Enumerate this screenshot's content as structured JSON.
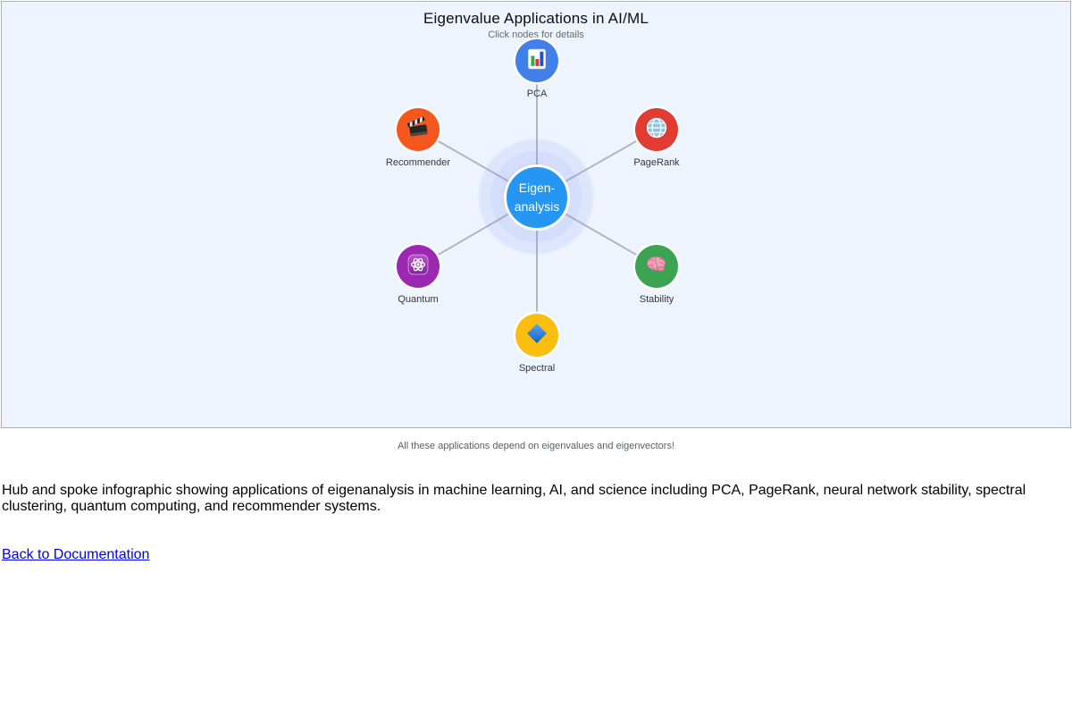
{
  "panel": {
    "title": "Eigenvalue Applications in AI/ML",
    "subtitle": "Click nodes for details",
    "hub": {
      "label_line1": "Eigen-",
      "label_line2": "analysis",
      "color": "#2596f2"
    },
    "nodes": [
      {
        "label": "PCA",
        "icon": "bar-chart-icon",
        "color": "#4080e8"
      },
      {
        "label": "PageRank",
        "icon": "globe-icon",
        "color": "#e03c34"
      },
      {
        "label": "Stability",
        "icon": "brain-icon",
        "color": "#3ba352"
      },
      {
        "label": "Spectral",
        "icon": "diamond-icon",
        "color": "#fcbe0e"
      },
      {
        "label": "Quantum",
        "icon": "atom-icon",
        "color": "#9c27b0"
      },
      {
        "label": "Recommender",
        "icon": "clapperboard-icon",
        "color": "#f4581f"
      }
    ],
    "spoke_color": "#b4b6ba"
  },
  "caption": "All these applications depend on eigenvalues and eigenvectors!",
  "description": "Hub and spoke infographic showing applications of eigenanalysis in machine learning, AI, and science including PCA, PageRank, neural network stability, spectral clustering, quantum computing, and recommender systems.",
  "back_link": {
    "label": "Back to Documentation"
  }
}
